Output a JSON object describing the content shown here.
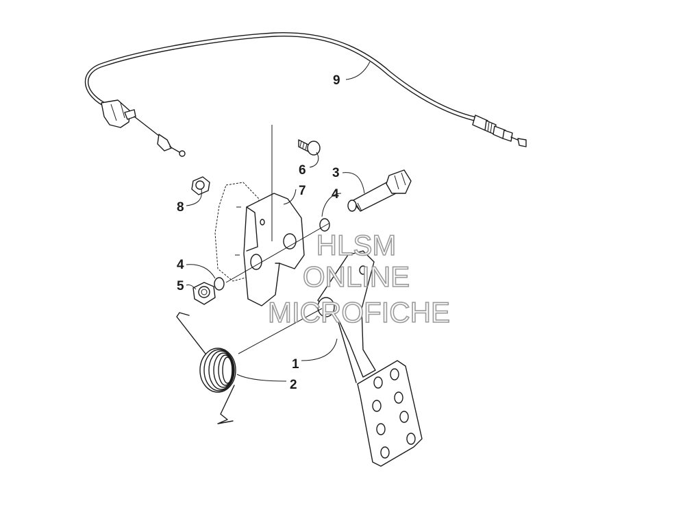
{
  "labels": {
    "p1": "1",
    "p2": "2",
    "p3": "3",
    "p4a": "4",
    "p4b": "4",
    "p5": "5",
    "p6": "6",
    "p7": "7",
    "p8": "8",
    "p9": "9"
  },
  "watermark": {
    "line1": "HLSM",
    "line2": "ONLINE",
    "line3": "MICROFICHE"
  }
}
